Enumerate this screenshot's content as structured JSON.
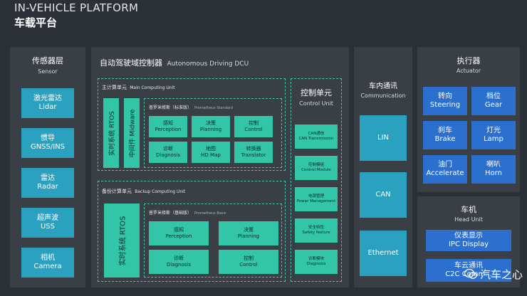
{
  "title": {
    "en": "IN-VEHICLE PLATFORM",
    "cn": "车载平台"
  },
  "sensor": {
    "title": "传感器层",
    "subtitle": "Sensor",
    "items": [
      {
        "cn": "激光雷达",
        "en": "Lidar"
      },
      {
        "cn": "惯导",
        "en": "GNSS/INS"
      },
      {
        "cn": "雷达",
        "en": "Radar"
      },
      {
        "cn": "超声波",
        "en": "USS"
      },
      {
        "cn": "相机",
        "en": "Camera"
      }
    ]
  },
  "dcu": {
    "title": "自动驾驶域控制器",
    "subtitle": "Autonomous Driving DCU",
    "main": {
      "header_cn": "主计算单元",
      "header_en": "Main Computing Unit",
      "rtos": "实时系统 RTOS",
      "middleware": "中间件 Midware",
      "prom_cn": "普罗米修斯（标准版）",
      "prom_en": "Prometheus Standard",
      "cells": [
        {
          "cn": "感知",
          "en": "Perception"
        },
        {
          "cn": "决策",
          "en": "Planning"
        },
        {
          "cn": "控制",
          "en": "Control"
        },
        {
          "cn": "诊断",
          "en": "Diagnosis"
        },
        {
          "cn": "地图",
          "en": "HD Map"
        },
        {
          "cn": "转换器",
          "en": "Translator"
        }
      ]
    },
    "backup": {
      "header_cn": "备份计算单元",
      "header_en": "Backup Computing Unit",
      "rtos": "实时系统 RTOS",
      "prom_cn": "普罗米修斯（基础版）",
      "prom_en": "Prometheus Basic",
      "cells": [
        {
          "cn": "感知",
          "en": "Perception"
        },
        {
          "cn": "决策",
          "en": "Planning"
        },
        {
          "cn": "诊断",
          "en": "Diagnosis"
        },
        {
          "cn": "控制",
          "en": "Control"
        }
      ]
    },
    "control": {
      "title": "控制单元",
      "subtitle": "Control Unit",
      "items": [
        {
          "cn": "CAN通信",
          "en": "CAN Transmission"
        },
        {
          "cn": "控制模组",
          "en": "Control Module"
        },
        {
          "cn": "电源管理",
          "en": "Power Management"
        },
        {
          "cn": "安全特性",
          "en": "Safety feature"
        },
        {
          "cn": "诊断模块",
          "en": "Diagnosis"
        }
      ]
    }
  },
  "comm": {
    "title": "车内通讯",
    "subtitle": "Communication",
    "items": [
      "LIN",
      "CAN",
      "Ethernet"
    ]
  },
  "actuator": {
    "title": "执行器",
    "subtitle": "Actuator",
    "items": [
      {
        "cn": "转向",
        "en": "Steering"
      },
      {
        "cn": "档位",
        "en": "Gear"
      },
      {
        "cn": "刹车",
        "en": "Brake"
      },
      {
        "cn": "灯光",
        "en": "Lamp"
      },
      {
        "cn": "油门",
        "en": "Accelerate"
      },
      {
        "cn": "喇叭",
        "en": "Horn"
      }
    ]
  },
  "headunit": {
    "title": "车机",
    "subtitle": "Head Unit",
    "items": [
      {
        "cn": "仪表显示",
        "en": "IPC Display"
      },
      {
        "cn": "车云通讯",
        "en": "C2C Comm..."
      }
    ]
  },
  "watermark": "汽车之心"
}
